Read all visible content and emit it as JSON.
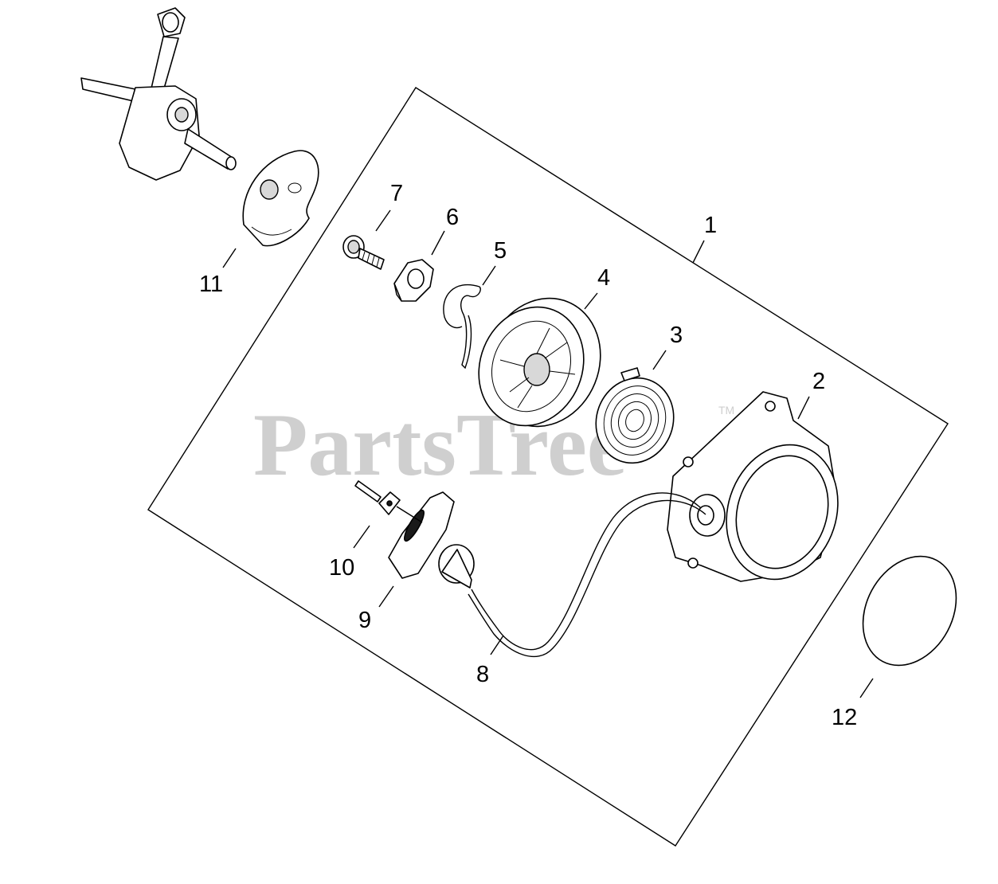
{
  "watermark": {
    "text": "PartsTree",
    "trademark": "TM",
    "color": "#cfcfcf"
  },
  "callouts": {
    "c1": "1",
    "c2": "2",
    "c3": "3",
    "c4": "4",
    "c5": "5",
    "c6": "6",
    "c7": "7",
    "c8": "8",
    "c9": "9",
    "c10": "10",
    "c11": "11",
    "c12": "12"
  }
}
